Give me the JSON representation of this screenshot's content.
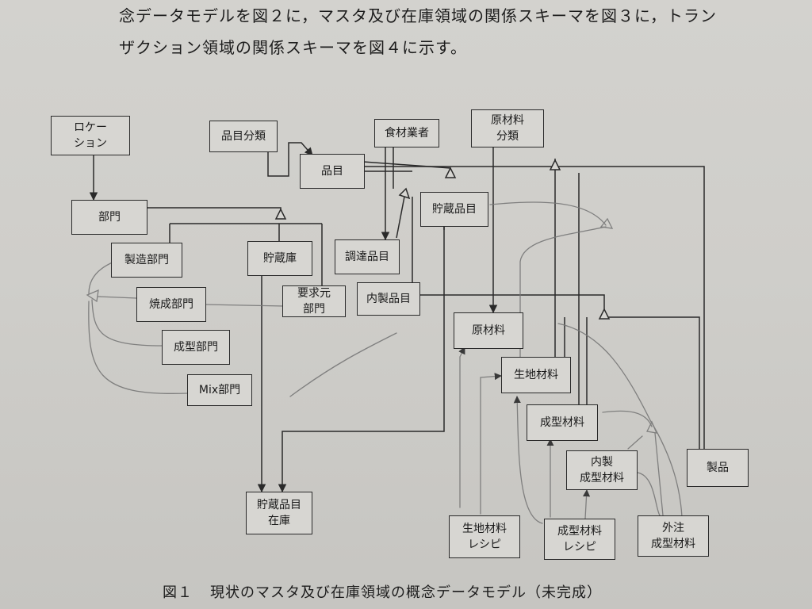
{
  "intro_lines": [
    "念データモデルを図２に，マスタ及び在庫領域の関係スキーマを図３に，トラン",
    "ザクション領域の関係スキーマを図４に示す。"
  ],
  "entities": {
    "location": "ロケー\nション",
    "item_category": "品目分類",
    "food_supplier": "食材業者",
    "raw_material_category": "原材料\n分類",
    "item": "品目",
    "department": "部門",
    "stored_item": "貯蔵品目",
    "manufacturing_dept": "製造部門",
    "storage": "貯蔵庫",
    "procured_item": "調達品目",
    "baking_dept": "焼成部門",
    "requesting_dept": "要求元\n部門",
    "inhouse_item": "内製品目",
    "raw_material": "原材料",
    "molding_dept": "成型部門",
    "dough_material": "生地材料",
    "mix_dept": "Mix部門",
    "molded_material": "成型材料",
    "inhouse_molded_material": "内製\n成型材料",
    "product": "製品",
    "stored_item_stock": "貯蔵品目\n在庫",
    "dough_recipe": "生地材料\nレシピ",
    "molded_recipe": "成型材料\nレシピ",
    "outsourced_molded_material": "外注\n成型材料"
  },
  "caption": {
    "number": "図１",
    "title": "現状のマスタ及び在庫領域の概念データモデル（未完成）"
  }
}
